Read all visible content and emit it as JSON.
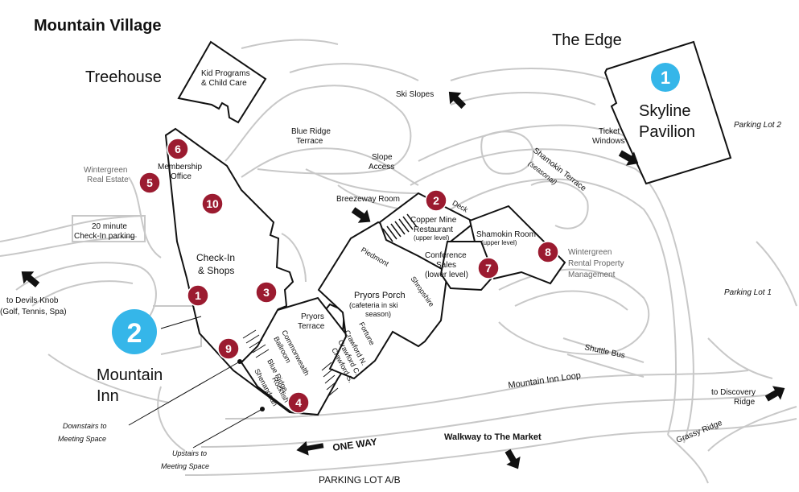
{
  "title": "Mountain Village",
  "colors": {
    "red_marker": "#9b1b30",
    "blue_marker": "#35b6e9",
    "roads": "#c8c8c8",
    "buildings": "#111111"
  },
  "areas": {
    "the_edge": "The Edge",
    "treehouse": "Treehouse",
    "mountain_inn_l1": "Mountain",
    "mountain_inn_l2": "Inn",
    "skyline_l1": "Skyline",
    "skyline_l2": "Pavilion"
  },
  "places": {
    "kid_programs_l1": "Kid Programs",
    "kid_programs_l2": "& Child Care",
    "ski_slopes": "Ski Slopes",
    "blue_ridge_terrace_l1": "Blue Ridge",
    "blue_ridge_terrace_l2": "Terrace",
    "slope_access_l1": "Slope",
    "slope_access_l2": "Access",
    "ticket_windows_l1": "Ticket",
    "ticket_windows_l2": "Windows",
    "parking_lot_2": "Parking Lot 2",
    "parking_lot_1": "Parking Lot 1",
    "wintergreen_real_estate_l1": "Wintergreen",
    "wintergreen_real_estate_l2": "Real Estate",
    "membership_office_l1": "Membership",
    "membership_office_l2": "Office",
    "checkin_parking_l1": "20 minute",
    "checkin_parking_l2": "Check-In parking",
    "checkin_shops_l1": "Check-In",
    "checkin_shops_l2": "& Shops",
    "breezeway_room": "Breezeway Room",
    "deck": "Deck",
    "copper_mine_l1": "Copper Mine",
    "copper_mine_l2": "Restaurant",
    "copper_mine_l3": "(upper level)",
    "shamokin_terrace_l1": "Shamokin Terrace",
    "shamokin_terrace_l2": "(seasonal)",
    "shamokin_room_l1": "Shamokin Room",
    "shamokin_room_l2": "(upper level)",
    "wintergreen_rental_l1": "Wintergreen",
    "wintergreen_rental_l2": "Rental Property",
    "wintergreen_rental_l3": "Management",
    "piedmont": "Piedmont",
    "shropshire": "Shropshire",
    "conference_sales_l1": "Conference",
    "conference_sales_l2": "Sales",
    "conference_sales_l3": "(lower level)",
    "pryors_porch_l1": "Pryors Porch",
    "pryors_porch_l2": "(cafeteria in ski",
    "pryors_porch_l3": "season)",
    "fortune": "Fortune",
    "crawford_n": "Crawford N.",
    "crawford_c": "Crawford C.",
    "crawford_s": "Crawford S.",
    "pryors_terrace_l1": "Pryors",
    "pryors_terrace_l2": "Terrace",
    "commonwealth_l1": "Commonwealth",
    "commonwealth_l2": "Ballroom",
    "shenandoah": "Shenandoah",
    "blue_ridge": "Blue Ridge",
    "rockfish": "Rockfish",
    "devils_knob_l1": "to  Devils Knob",
    "devils_knob_l2": "(Golf, Tennis, Spa)",
    "shuttle_bus": "Shuttle Bus",
    "mountain_inn_loop": "Mountain Inn Loop",
    "discovery_ridge_l1": "to Discovery",
    "discovery_ridge_l2": "Ridge",
    "grassy_ridge": "Grassy Ridge",
    "walkway_market": "Walkway to The Market",
    "one_way": "ONE WAY",
    "parking_lot_ab": "PARKING LOT A/B",
    "downstairs_l1": "Downstairs to",
    "downstairs_l2": "Meeting Space",
    "upstairs_l1": "Upstairs to",
    "upstairs_l2": "Meeting Space"
  },
  "markers": {
    "m1": "1",
    "m2": "2",
    "m3": "3",
    "m4": "4",
    "m5": "5",
    "m6": "6",
    "m7": "7",
    "m8": "8",
    "m9": "9",
    "m10": "10",
    "skyline": "1",
    "inn": "2"
  }
}
